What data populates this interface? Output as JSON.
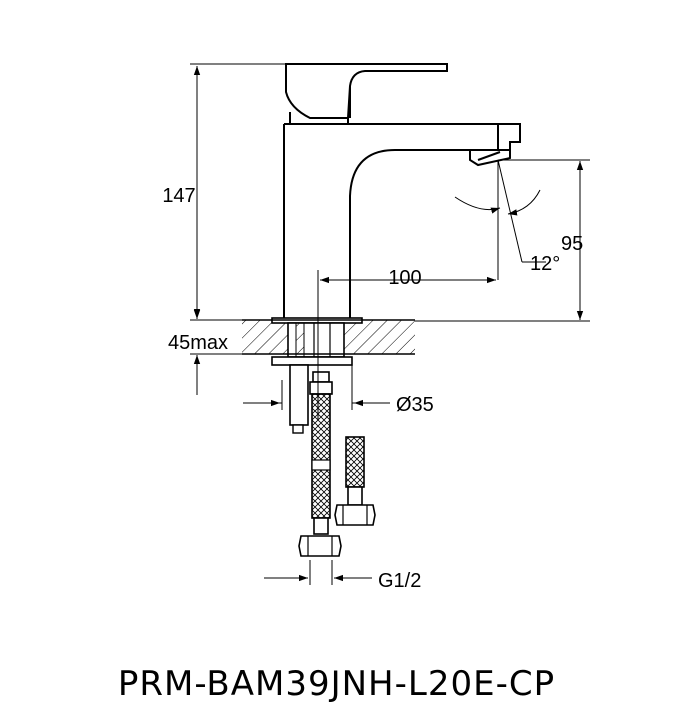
{
  "dimensions": {
    "overall_height": "147",
    "spout_height": "95",
    "spout_reach": "100",
    "spout_angle": "12°",
    "deck_thickness": "45max",
    "shank_diameter": "Ø35",
    "inlet_thread": "G1/2"
  },
  "model_code": "PRM-BAM39JNH-L20E-CP"
}
